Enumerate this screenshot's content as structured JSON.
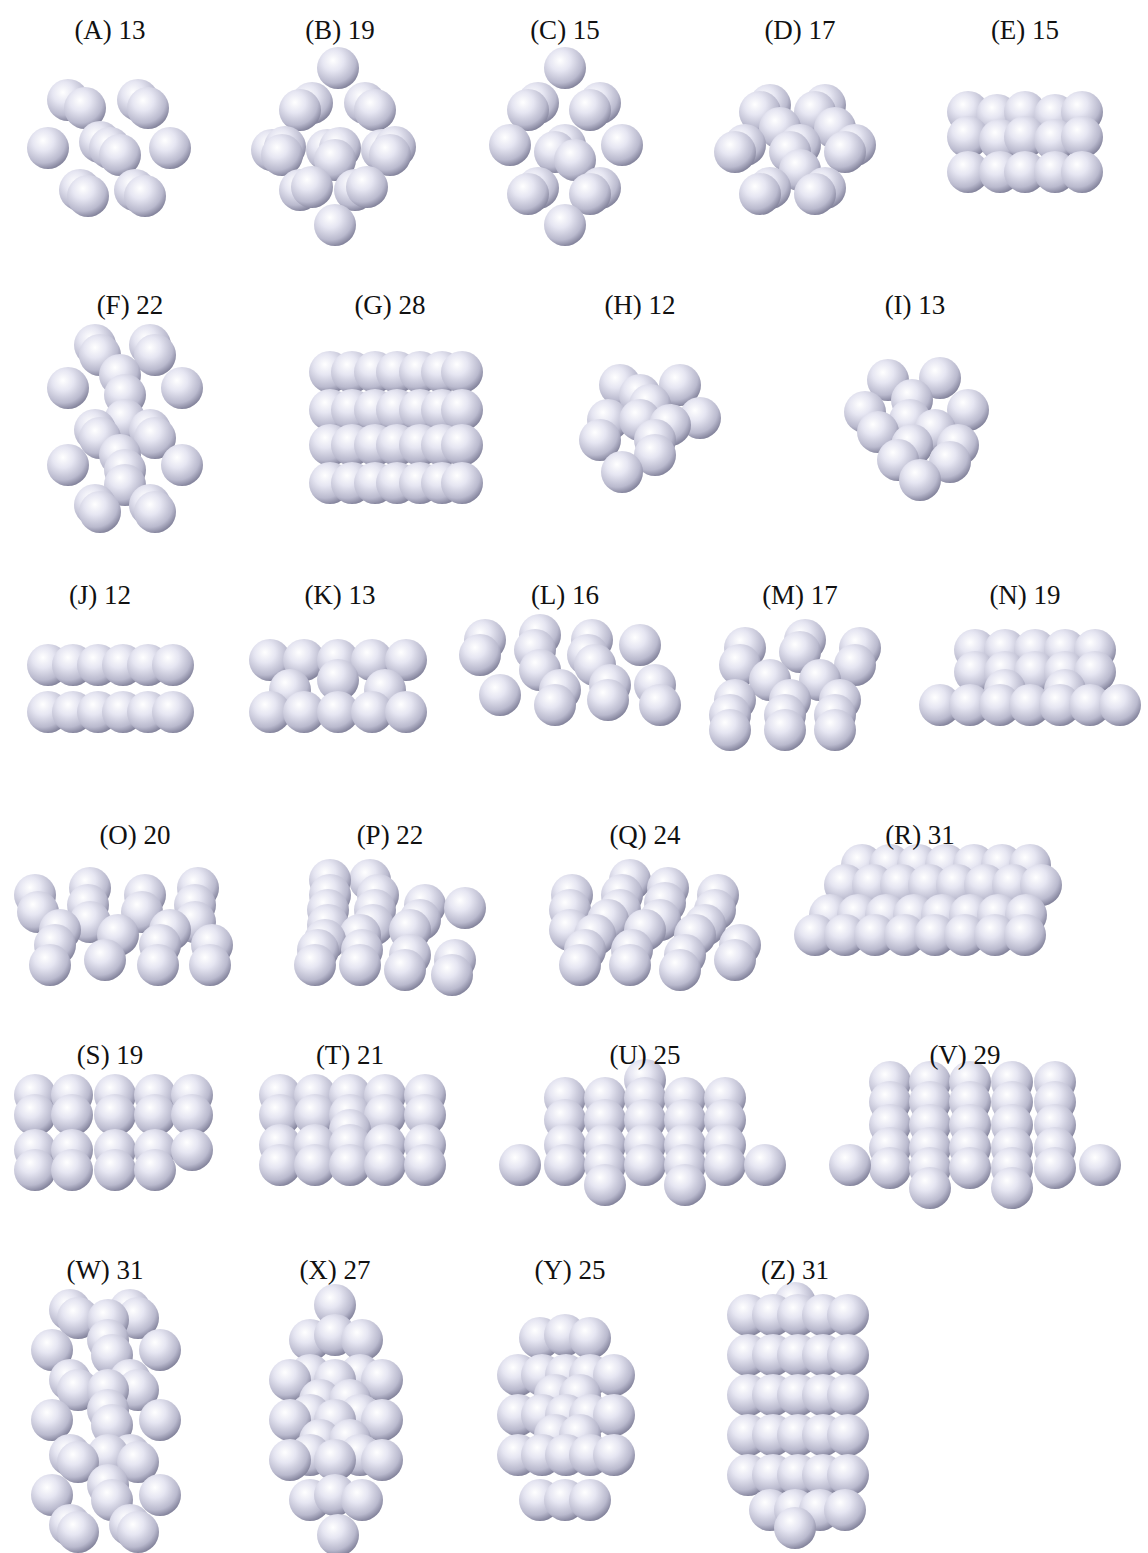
{
  "diagram": {
    "labels": [
      "(A) 13",
      "(B) 19",
      "(C) 15",
      "(D) 17",
      "(E) 15",
      "(F) 22",
      "(G) 28",
      "(H) 12",
      "(I) 13",
      "(J) 12",
      "(K) 13",
      "(L) 16",
      "(M) 17",
      "(N) 19",
      "(O) 20",
      "(P) 22",
      "(Q) 24",
      "(R) 31",
      "(S) 19",
      "(T) 21",
      "(U) 25",
      "(V) 29",
      "(W) 31",
      "(X) 27",
      "(Y) 25",
      "(Z) 31"
    ]
  }
}
